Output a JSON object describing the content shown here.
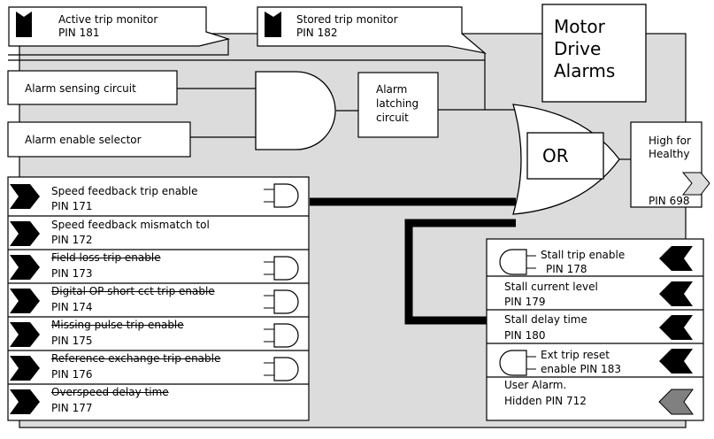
{
  "title": {
    "line1": "Motor",
    "line2": "Drive",
    "line3": "Alarms"
  },
  "monitors": {
    "active": {
      "name": "Active trip monitor",
      "pin": "PIN 181"
    },
    "stored": {
      "name": "Stored trip monitor",
      "pin": "PIN 182"
    }
  },
  "inputs": {
    "alarm_sensing": "Alarm sensing circuit",
    "alarm_enable": "Alarm enable selector"
  },
  "latch": {
    "line1": "Alarm",
    "line2": "latching",
    "line3": "circuit"
  },
  "or_gate": "OR",
  "output": {
    "line1": "High for",
    "line2": "Healthy",
    "pin": "PIN 698"
  },
  "left_trips": [
    {
      "name": "Speed feedback trip enable",
      "pin": "PIN 171"
    },
    {
      "name": "Speed feedback mismatch tol",
      "pin": "PIN 172"
    },
    {
      "name": "Field loss trip enable",
      "pin": "PIN 173"
    },
    {
      "name": "Digital OP short cct trip enable",
      "pin": "PIN 174"
    },
    {
      "name": "Missing pulse trip enable",
      "pin": "PIN 175"
    },
    {
      "name": "Reference exchange trip enable",
      "pin": "PIN 176"
    },
    {
      "name": "Overspeed delay time",
      "pin": "PIN 177"
    }
  ],
  "right_trips": [
    {
      "name": "Stall trip enable",
      "pin": "PIN 178"
    },
    {
      "name": "Stall current level",
      "pin": "PIN 179"
    },
    {
      "name": "Stall delay time",
      "pin": "PIN 180"
    },
    {
      "name": "Ext trip reset",
      "pin": "enable PIN 183"
    },
    {
      "name": "User Alarm.",
      "pin": "Hidden PIN 712"
    }
  ],
  "colors": {
    "background_panel": "#dcdcdc",
    "marker": "#000000",
    "user_alarm_marker": "#808080"
  }
}
